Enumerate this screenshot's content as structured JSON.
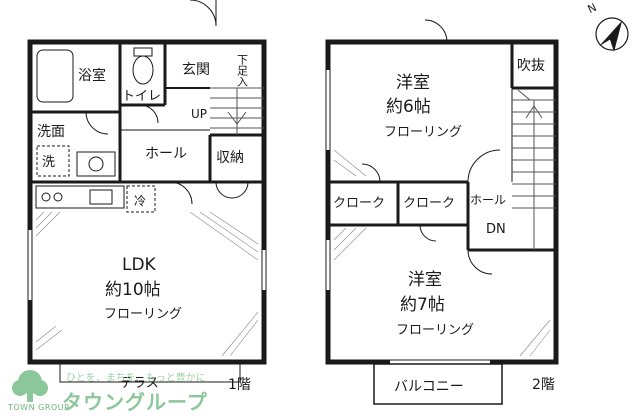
{
  "floor1": {
    "label": "1階",
    "rooms": {
      "bath": "浴室",
      "toilet": "トイレ",
      "entrance": "玄関",
      "shoebox": "下足入",
      "up": "UP",
      "washroom": "洗面",
      "washer": "洗",
      "hall": "ホール",
      "storage": "収納",
      "fridge": "冷",
      "ldk_name": "LDK",
      "ldk_size": "約10帖",
      "ldk_floor": "フローリング",
      "terrace": "テラス"
    }
  },
  "floor2": {
    "label": "2階",
    "rooms": {
      "western1_name": "洋室",
      "western1_size": "約6帖",
      "western1_floor": "フローリング",
      "void": "吹抜",
      "closet1": "クローク",
      "closet2": "クローク",
      "hall": "ホール",
      "dn": "DN",
      "western2_name": "洋室",
      "western2_size": "約7帖",
      "western2_floor": "フローリング",
      "balcony": "バルコニー"
    }
  },
  "compass": {
    "label": "N"
  },
  "branding": {
    "tagline": "ひとを、まちを、もっと豊かに",
    "name": "タウングループ",
    "sub": "TOWN GROUP"
  },
  "colors": {
    "wall": "#1a1a1a",
    "line": "#555555",
    "brand": "#8cc79a"
  }
}
